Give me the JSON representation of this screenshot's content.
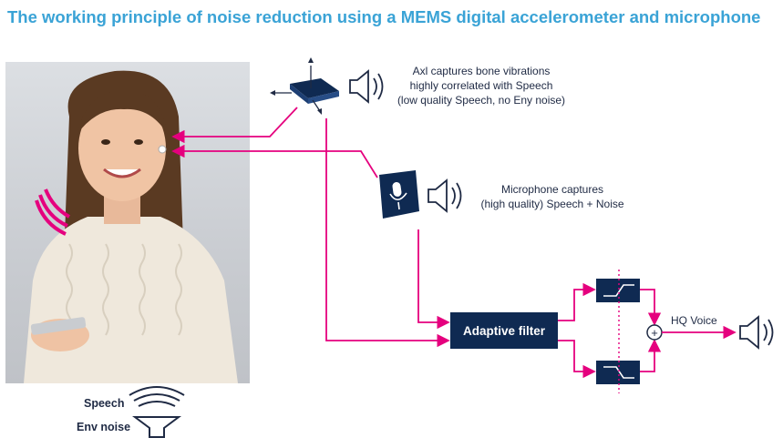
{
  "title": "The working principle of noise reduction using a MEMS digital accelerometer and microphone",
  "accelerometer_note": {
    "line1": "Axl captures bone vibrations",
    "line2": "highly correlated with Speech",
    "line3": "(low quality Speech, no Eny noise)"
  },
  "microphone_note": {
    "line1": "Microphone captures",
    "line2": "(high quality) Speech + Noise"
  },
  "filter_label": "Adaptive filter",
  "mixer_symbol": "+",
  "output_label": "HQ Voice",
  "legend": {
    "speech": "Speech",
    "env_noise": "Env noise"
  },
  "colors": {
    "title": "#3aa3d6",
    "signal_line": "#e5007e",
    "box_fill": "#0f2a52"
  }
}
